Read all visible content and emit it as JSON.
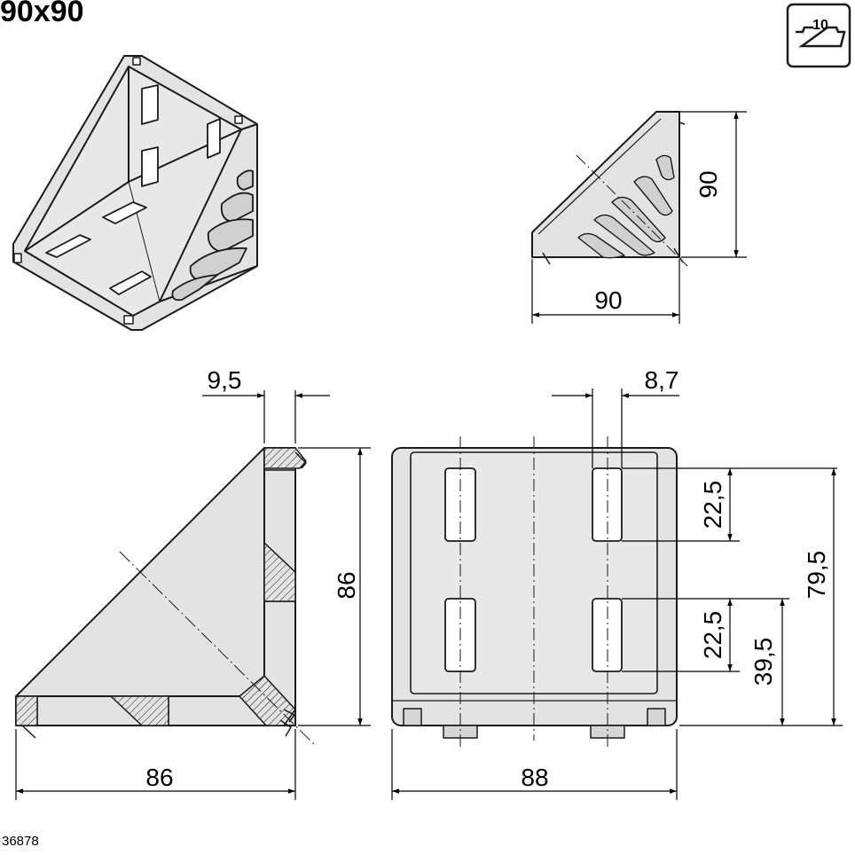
{
  "title": "90x90",
  "slot_badge": "10",
  "doc_number": "36878",
  "dimensions": {
    "side_width": "90",
    "side_height": "90",
    "offset_left": "9,5",
    "offset_right": "8,7",
    "height_left": "86",
    "width_left": "86",
    "width_front": "88",
    "slot_length_top": "22,5",
    "slot_length_bottom": "22,5",
    "hole_height": "39,5",
    "total_height": "79,5"
  },
  "colors": {
    "fill": "#e3e3e3",
    "line": "#1a1a1a"
  }
}
